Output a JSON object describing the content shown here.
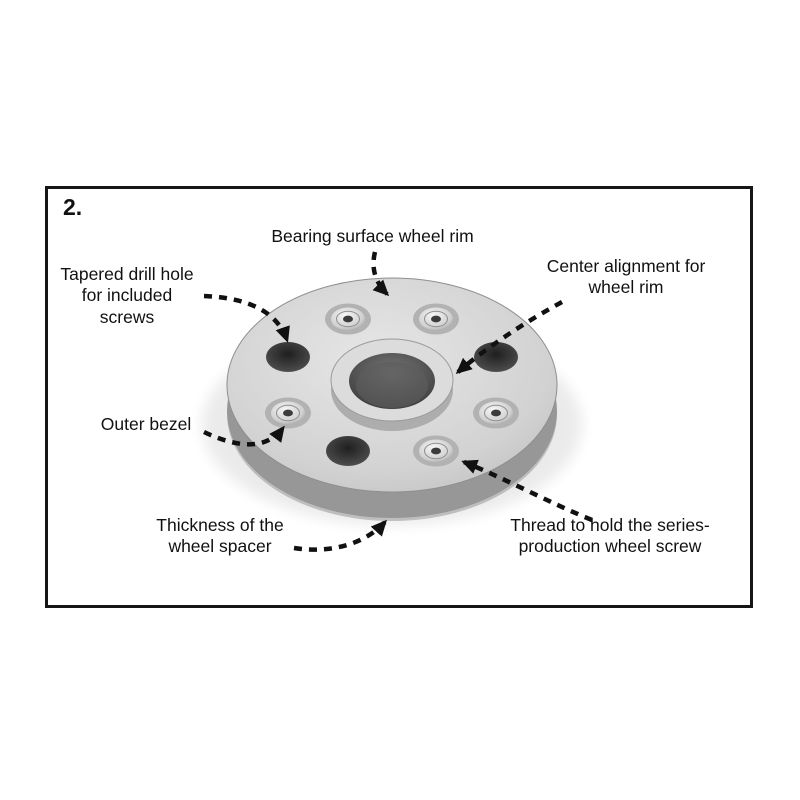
{
  "figure": {
    "step_number": "2.",
    "frame_border_color": "#161616",
    "background_color": "#ffffff"
  },
  "labels": {
    "bearing_surface": "Bearing surface wheel rim",
    "tapered_drill_hole": "Tapered drill hole\nfor included\nscrews",
    "center_alignment": "Center alignment for\nwheel rim",
    "outer_bezel": "Outer bezel",
    "thickness": "Thickness of the\nwheel spacer",
    "thread": "Thread to hold the series-\nproduction wheel screw"
  },
  "illustration": {
    "subject": "wheel-spacer",
    "body_color": "#d6d6d6",
    "side_color": "#9e9e9e",
    "hub_color": "#dcdcdc",
    "bore_color": "#3f3f3f",
    "plain_hole_color": "#333333",
    "threaded_insert_color": "#ededed",
    "arrow_color": "#111111"
  }
}
